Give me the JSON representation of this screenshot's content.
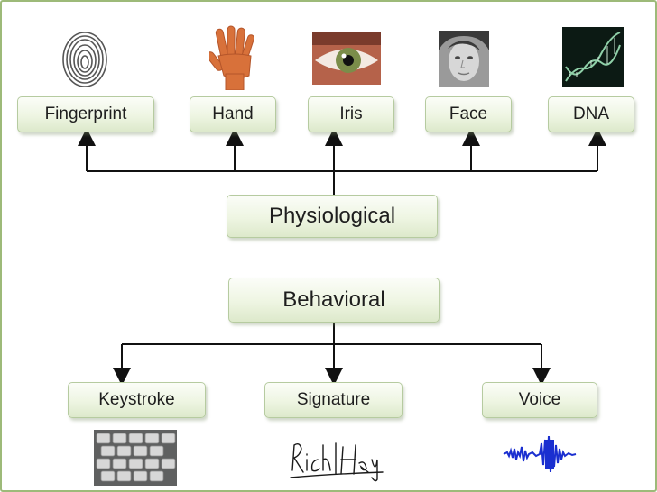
{
  "physiological": {
    "label": "Physiological",
    "items": [
      "Fingerprint",
      "Hand",
      "Iris",
      "Face",
      "DNA"
    ]
  },
  "behavioral": {
    "label": "Behavioral",
    "items": [
      "Keystroke",
      "Signature",
      "Voice"
    ]
  },
  "icons": {
    "fingerprint": "fingerprint-image",
    "hand": "hand-image",
    "iris": "eye-image",
    "face": "face-photo",
    "dna": "dna-helix-image",
    "keystroke": "keyboard-image",
    "signature": "handwritten-signature-image",
    "voice": "voice-waveform-image"
  },
  "colors": {
    "border": "#9dba79",
    "box_fill": "#eef5e2",
    "line": "#111111",
    "waveform": "#1a2fd0"
  }
}
